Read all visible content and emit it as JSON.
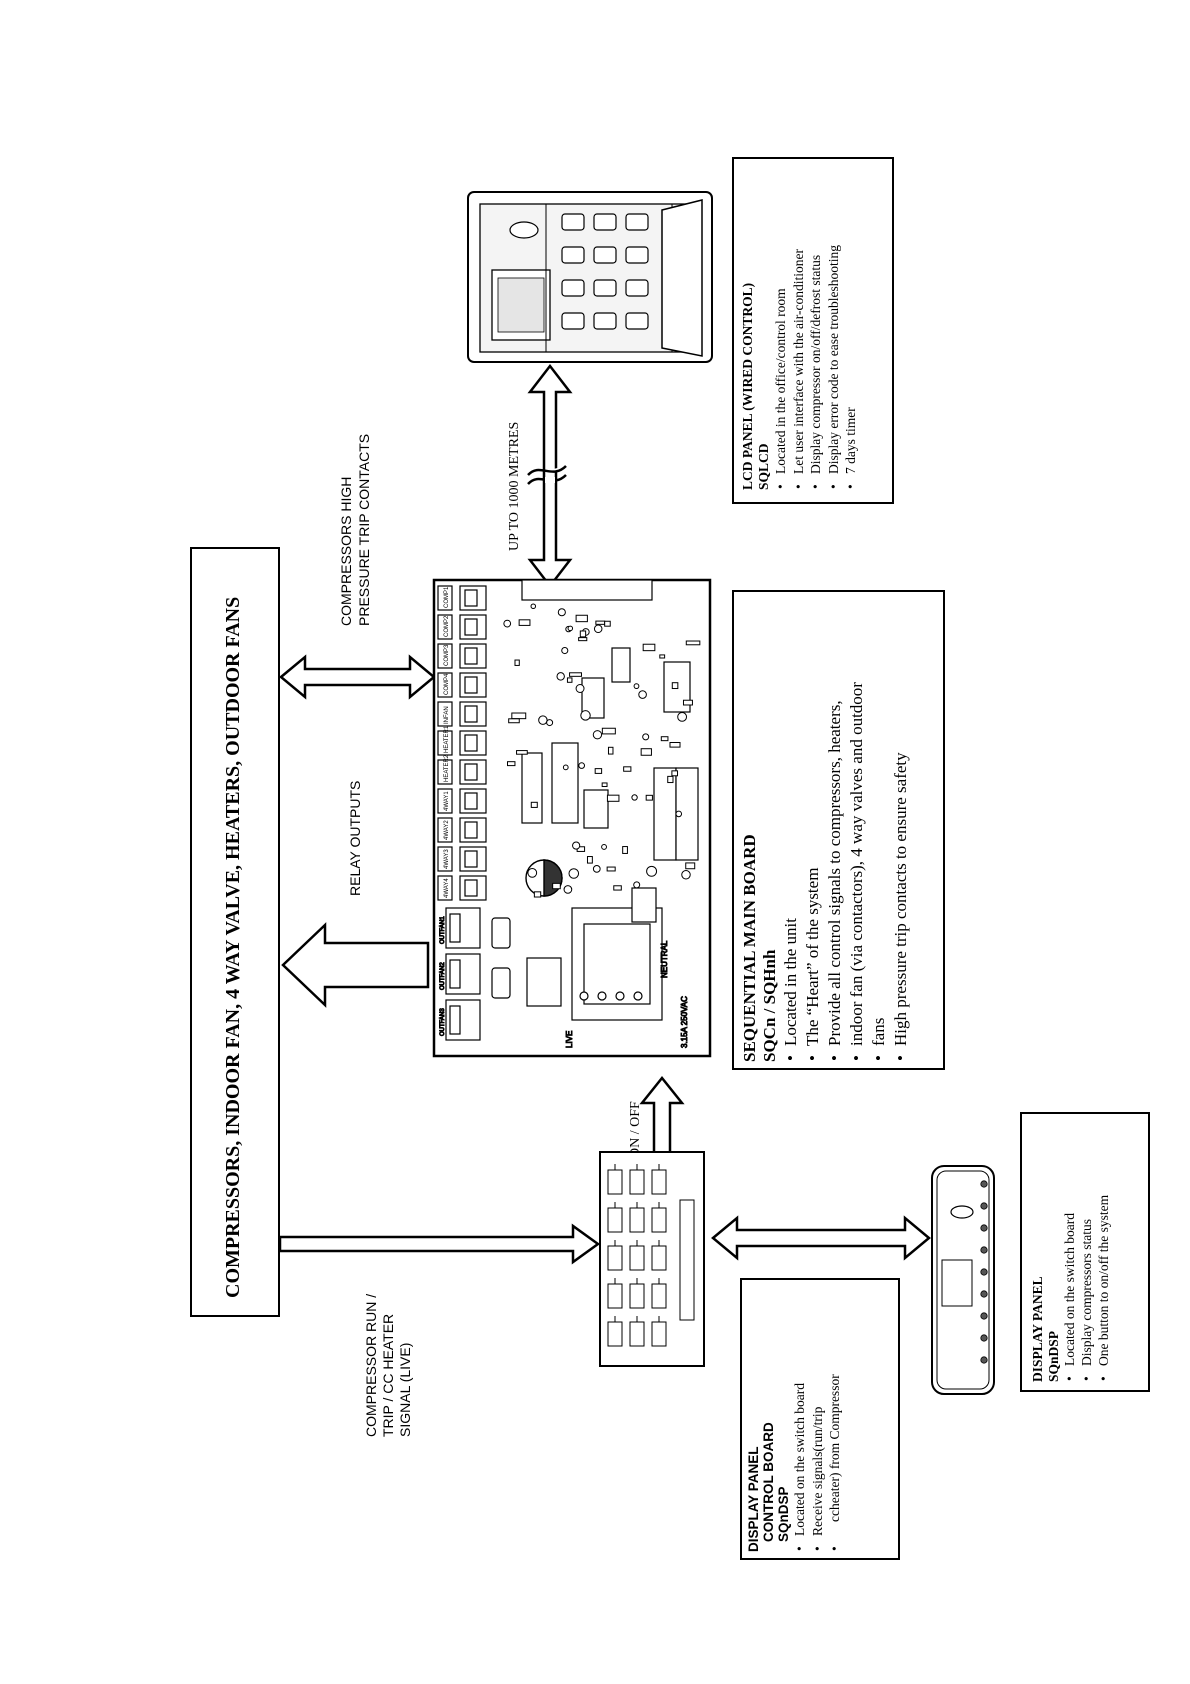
{
  "outputs_box": {
    "label": "COMPRESSORS, INDOOR FAN, 4 WAY VALVE, HEATERS, OUTDOOR FANS"
  },
  "arrow_labels": {
    "compressors_trip_line1": "COMPRESSORS HIGH",
    "compressors_trip_line2": "PRESSURE TRIP CONTACTS",
    "relay_outputs": "RELAY OUTPUTS",
    "up_to_1000": "UP TO 1000 METRES",
    "on_off": "ON / OFF",
    "compressor_signal_line1": "COMPRESSOR RUN /",
    "compressor_signal_line2": "TRIP / CC HEATER",
    "compressor_signal_line3": "SIGNAL (LIVE)"
  },
  "lcd_panel": {
    "title": "LCD PANEL (WIRED CONTROL)",
    "model": "SQLCD",
    "bullets": [
      "Located in the office/control room",
      "Let user interface with the air-conditioner",
      "Display compressor on/off/defrost status",
      "Display error code to ease troubleshooting",
      "7 days timer"
    ]
  },
  "main_board": {
    "title": "SEQUENTIAL MAIN BOARD",
    "model": "SQCn / SQHnh",
    "bullets": [
      "Located in the unit",
      "The “Heart” of the system",
      "Provide all control signals to compressors, heaters,",
      "indoor fan (via contactors), 4 way valves and outdoor",
      "fans",
      "High pressure trip contacts to ensure safety"
    ]
  },
  "control_board": {
    "title_line1": "DISPLAY PANEL",
    "title_line2": "CONTROL BOARD",
    "model": "SQnDSP",
    "bullets": [
      "Located on the switch board",
      "Receive signals(run/trip",
      "ccheater) from Compressor"
    ]
  },
  "display_panel": {
    "title": "DISPLAY PANEL",
    "model": "SQnDSP",
    "bullets": [
      "Located on the switch board",
      "Display compressors status",
      "One button to on/off the system"
    ]
  },
  "pcb_labels": {
    "relays": [
      "COMP1",
      "COMP2",
      "COMP3",
      "COMP4",
      "INFAN",
      "HEATER1",
      "HEATER2",
      "4WAY1",
      "4WAY2",
      "4WAY3",
      "4WAY4"
    ],
    "outfans": [
      "OUTFAN1",
      "OUTFAN2",
      "OUTFAN3"
    ],
    "live": "LIVE",
    "neutral": "NEUTRAL",
    "fuse": "3.15A 250VAC"
  }
}
